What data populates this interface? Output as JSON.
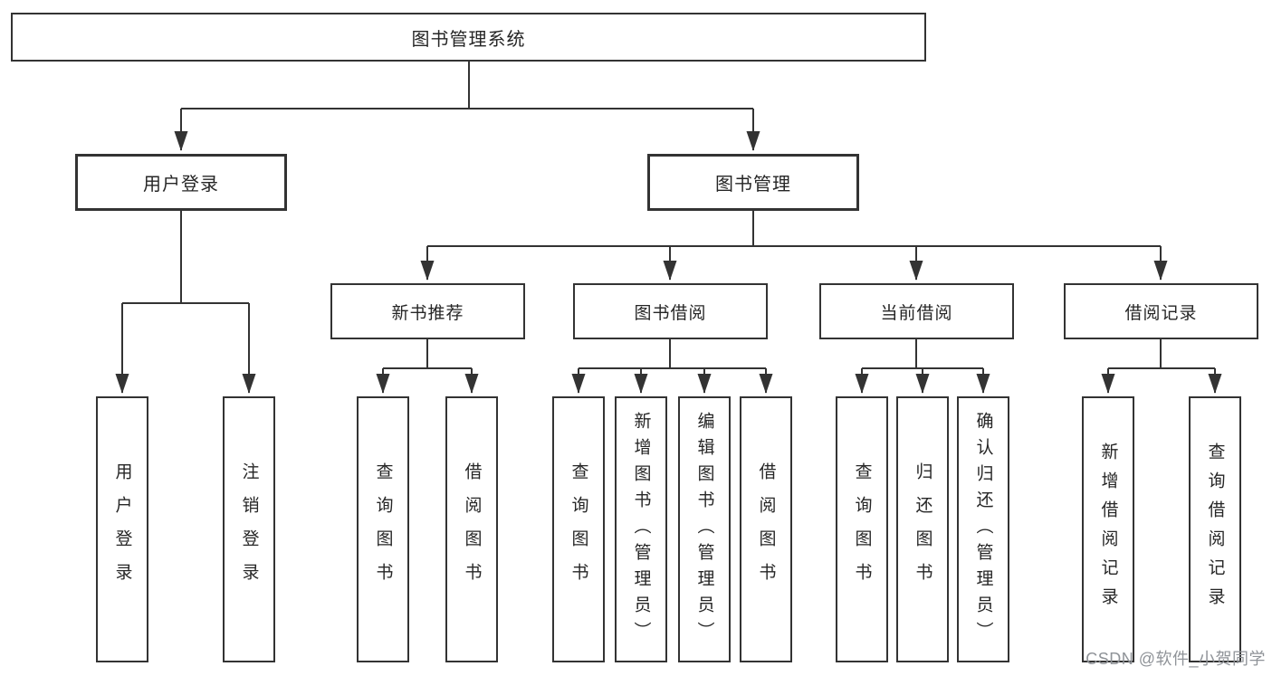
{
  "diagram": {
    "title_note": "functional structure chart",
    "root": {
      "label": "图书管理系统"
    },
    "level2": [
      {
        "label": "用户登录"
      },
      {
        "label": "图书管理"
      }
    ],
    "level3": [
      {
        "label": "新书推荐"
      },
      {
        "label": "图书借阅"
      },
      {
        "label": "当前借阅"
      },
      {
        "label": "借阅记录"
      }
    ],
    "leaves": {
      "login": [
        "用户登录",
        "注销登录"
      ],
      "recommend": [
        "查询图书",
        "借阅图书"
      ],
      "borrow": [
        "查询图书",
        "新增图书（管理员）",
        "编辑图书（管理员）",
        "借阅图书"
      ],
      "current": [
        "查询图书",
        "归还图书",
        "确认归还（管理员）"
      ],
      "records": [
        "新增借阅记录",
        "查询借阅记录"
      ]
    },
    "colors": {
      "line": "#333333",
      "border": "#333333",
      "text": "#262626",
      "watermark": "#8f9398"
    },
    "watermark": "CSDN @软件_小贺同学"
  }
}
